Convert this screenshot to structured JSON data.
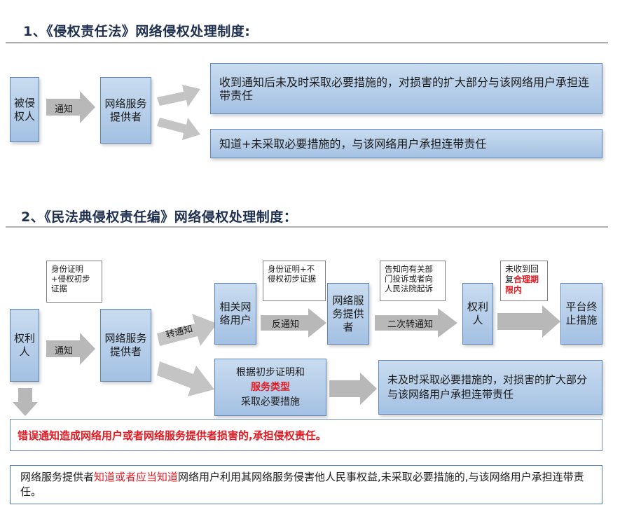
{
  "section1": {
    "title": "1、《侵权责任法》网络侵权处理制度:",
    "victim": "被侵权人",
    "notify_label": "通知",
    "provider": "网络服务提供者",
    "outcome_top": "收到通知后未及时采取必要措施的，对损害的扩大部分与该网络用户承担连带责任",
    "outcome_bottom": "知道+未采取必要措施的，与该网络用户承担连带责任"
  },
  "section2": {
    "title": "2、《民法典侵权责任编》网络侵权处理制度：",
    "rights_holder": "权利人",
    "note_identity": "身份证明+侵权初步证据",
    "notify_label": "通知",
    "provider": "网络服务提供者",
    "forward_label": "转通知",
    "user": "相关网络用户",
    "note_noninfringe": "身份证明+不侵权初步证据",
    "counter_label": "反通知",
    "provider_2": "网络服务提供者",
    "note_complain": "告知向有关部门投诉或者向人民法院起诉",
    "second_forward_label": "二次转通知",
    "rights_holder_2": "权利人",
    "note_deadline_a": "未收到回复",
    "note_deadline_red": "合理期限内",
    "terminate": "平台终止措施",
    "measure_a": "根据初步证明和",
    "measure_red": "服务类型",
    "measure_b": "采取必要措施",
    "outcome": "未及时采取必要措施的，对损害的扩大部分与该网络用户承担连带责任",
    "wrong_notice": "错误通知造成网络用户或者网络服务提供者损害的,承担侵权责任。",
    "liability_a": "网络服务提供者",
    "liability_red": "知道或者应当知道",
    "liability_b": "网络用户利用其网络服务侵害他人民事权益,未采取必要措施的,与该网络用户承担连带责任。"
  },
  "colors": {
    "box_fill": "#a4c1e3",
    "box_border": "#5f85b5",
    "arrow": "#b8b8b8",
    "accent_red": "#e31b23"
  }
}
